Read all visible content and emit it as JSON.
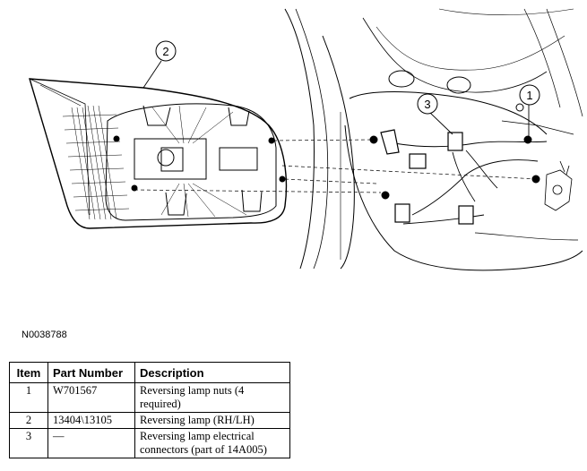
{
  "diagram": {
    "callouts": [
      {
        "id": "1",
        "label": "1"
      },
      {
        "id": "2",
        "label": "2"
      },
      {
        "id": "3",
        "label": "3"
      }
    ]
  },
  "figure_id": "N0038788",
  "parts_table": {
    "headers": [
      "Item",
      "Part Number",
      "Description"
    ],
    "rows": [
      {
        "item": "1",
        "part_number": "W701567",
        "description": "Reversing lamp nuts (4 required)"
      },
      {
        "item": "2",
        "part_number": "13404\\13105",
        "description": "Reversing lamp (RH/LH)"
      },
      {
        "item": "3",
        "part_number": "—",
        "description": "Reversing lamp electrical connectors (part of 14A005)"
      }
    ]
  }
}
